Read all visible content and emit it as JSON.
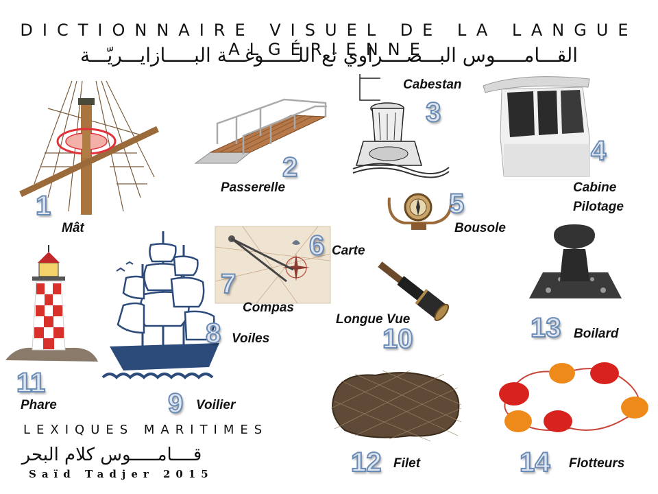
{
  "header": {
    "title": "DICTIONNAIRE VISUEL DE LA LANGUE ALGÉRIENNE",
    "arabic_title": "القـــامـــــوس البـــصــــراوي تع اللــــــوغـــة البـــــازايـــريّـــة"
  },
  "items": [
    {
      "number": "1",
      "label": "Mât",
      "icon": "mast-icon"
    },
    {
      "number": "2",
      "label": "Passerelle",
      "icon": "gangway-icon"
    },
    {
      "number": "3",
      "label": "Cabestan",
      "icon": "capstan-icon"
    },
    {
      "number": "4",
      "label_line1": "Cabine",
      "label_line2": "Pilotage",
      "icon": "wheelhouse-icon"
    },
    {
      "number": "5",
      "label": "Bousole",
      "icon": "compass-icon"
    },
    {
      "number": "6",
      "label": "Carte",
      "icon": "chart-map-icon"
    },
    {
      "number": "7",
      "label": "Compas",
      "icon": "dividers-icon"
    },
    {
      "number": "8",
      "label": "Voiles",
      "icon": "sails-icon"
    },
    {
      "number": "9",
      "label": "Voilier",
      "icon": "sailing-ship-icon"
    },
    {
      "number": "10",
      "label": "Longue Vue",
      "icon": "telescope-icon"
    },
    {
      "number": "11",
      "label": "Phare",
      "icon": "lighthouse-icon"
    },
    {
      "number": "12",
      "label": "Filet",
      "icon": "net-icon"
    },
    {
      "number": "13",
      "label": "Boilard",
      "icon": "bollard-icon"
    },
    {
      "number": "14",
      "label": "Flotteurs",
      "icon": "floats-icon"
    }
  ],
  "footer": {
    "lexiques": "LEXIQUES MARITIMES",
    "arabic": "قــــامـــــوس كلام البحر",
    "author": "Saïd Tadjer 2015"
  },
  "colors": {
    "number_fill": "#dfe6ef",
    "number_stroke": "#6a8bb5",
    "ship_blue": "#2c4a7a"
  }
}
